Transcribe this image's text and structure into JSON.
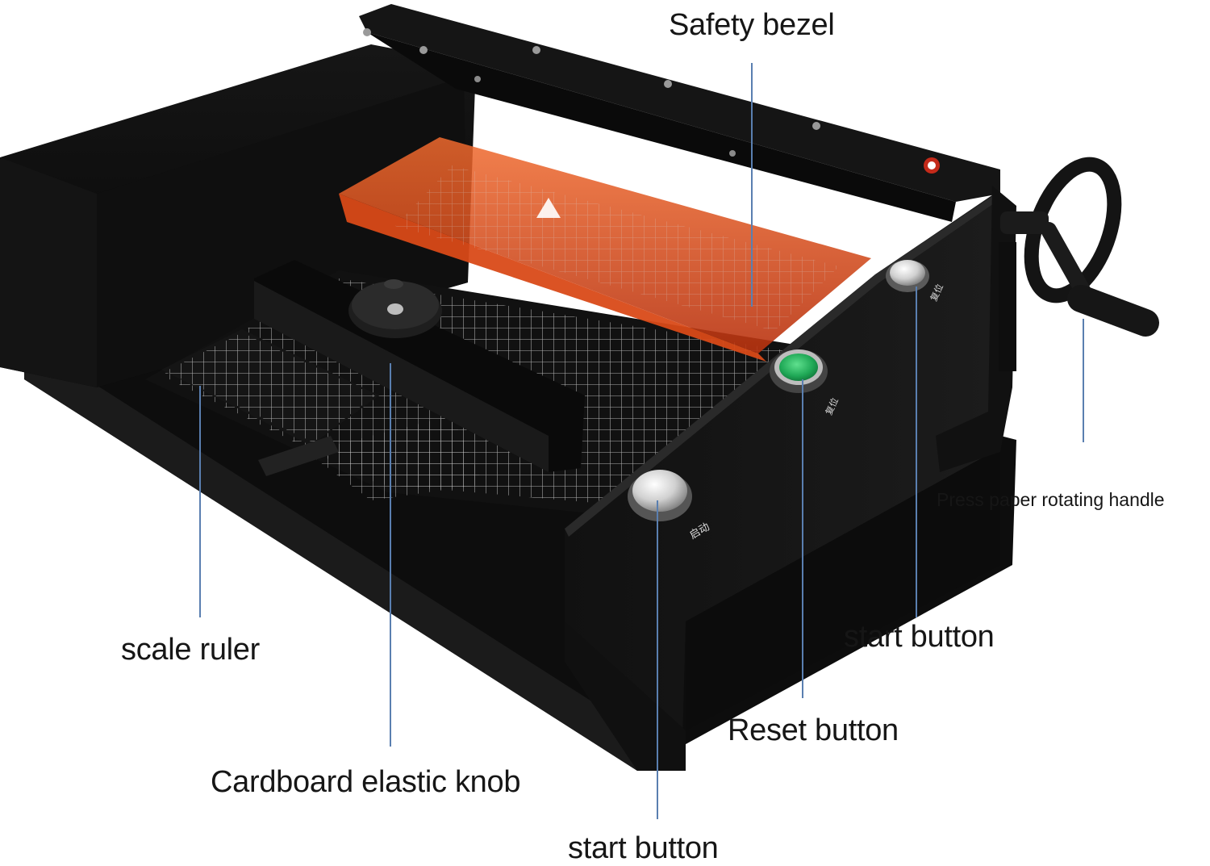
{
  "labels": {
    "safety_bezel": "Safety bezel",
    "press_paper_handle": "Press paper rotating handle",
    "start_button_right": "start button",
    "reset_button": "Reset button",
    "scale_ruler": "scale ruler",
    "cardboard_knob": "Cardboard elastic knob",
    "start_button_bottom": "start button"
  },
  "button_marks": {
    "start_right": "复位",
    "reset": "复位",
    "start_bottom": "启动"
  },
  "colors": {
    "machine_body": "#0b0b0b",
    "machine_edge": "#2a2a2a",
    "safety_bezel": "#e8501c",
    "reset_button": "#1fa856",
    "button_metal": "#d7d7d7",
    "leader_line": "#5a7fb0",
    "label_text": "#161616"
  },
  "icons": {
    "handle": "crank-wheel-icon",
    "warning": "warning-triangle-icon"
  }
}
